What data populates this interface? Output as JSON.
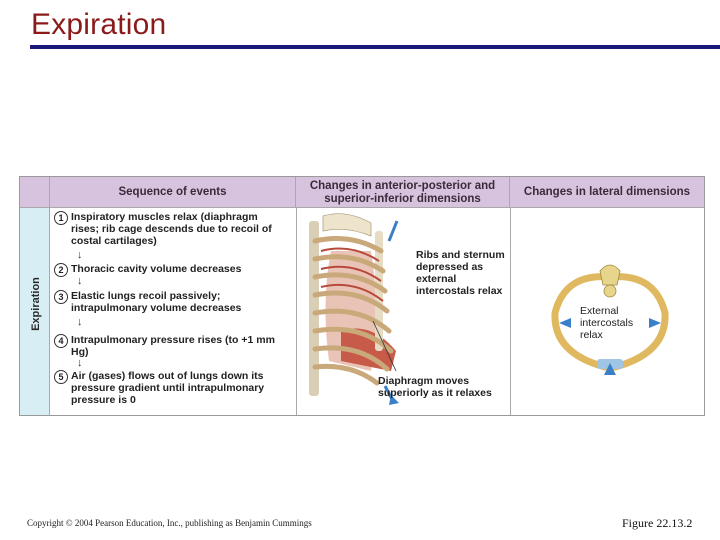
{
  "slide": {
    "title": "Expiration",
    "copyright": "Copyright © 2004 Pearson Education, Inc., publishing as Benjamin Cummings",
    "figure_label": "Figure 22.13.2"
  },
  "table": {
    "side_label": "Expiration",
    "header_sequence": "Sequence of events",
    "header_ap": "Changes in anterior-posterior and superior-inferior dimensions",
    "header_lateral": "Changes in lateral dimensions",
    "steps": [
      {
        "num": "1",
        "text": "Inspiratory muscles relax (diaphragm rises; rib cage descends due to recoil of costal cartilages)"
      },
      {
        "num": "2",
        "text": "Thoracic cavity volume decreases"
      },
      {
        "num": "3",
        "text": "Elastic lungs recoil passively; intrapulmonary volume decreases"
      },
      {
        "num": "4",
        "text": "Intrapulmonary pressure rises (to +1 mm Hg)"
      },
      {
        "num": "5",
        "text": "Air (gases) flows out of lungs down its pressure gradient until intrapulmonary pressure is 0"
      }
    ],
    "annot_ribs": "Ribs and sternum depressed as external intercostals relax",
    "annot_diaphragm": "Diaphragm moves superiorly as it relaxes",
    "annot_external": "External intercostals relax"
  },
  "colors": {
    "title": "#8b1a1a",
    "rule": "#1a1a7a",
    "header_bg": "#d8c3de",
    "side_bg": "#d6eef4",
    "arrow_blue": "#3a7fc8"
  }
}
